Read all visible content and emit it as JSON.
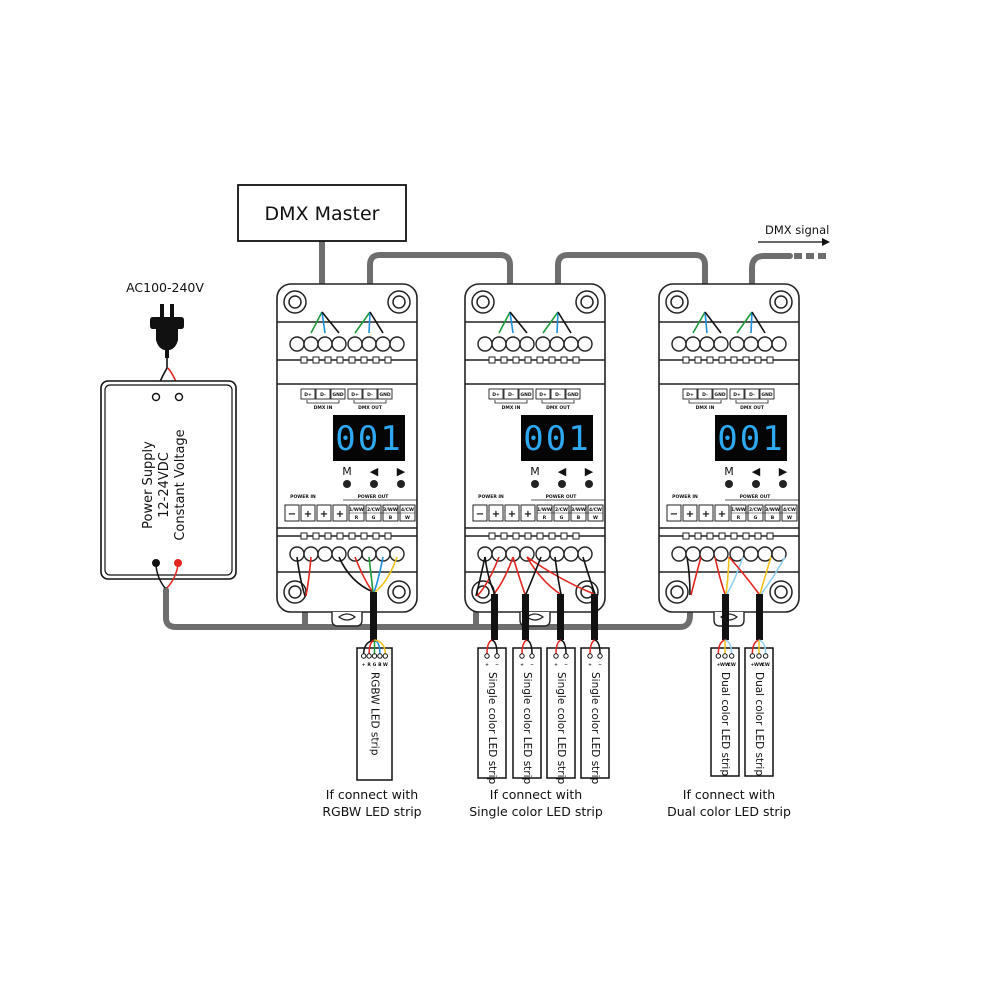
{
  "dmx_master": {
    "label": "DMX Master"
  },
  "dmx_signal": {
    "label": "DMX signal"
  },
  "ac_input": {
    "label": "AC100-240V"
  },
  "power_supply": {
    "lines": [
      "Power Supply",
      "12-24VDC",
      "Constant Voltage"
    ]
  },
  "decoder": {
    "display_value": "001",
    "buttons": [
      "M",
      "◀",
      "▶"
    ],
    "dmx_in_label": "DMX IN",
    "dmx_out_label": "DMX OUT",
    "dmx_terminals": [
      "D+",
      "D-",
      "GND",
      "D+",
      "D-",
      "GND"
    ],
    "power_in_label": "POWER IN",
    "power_out_label": "POWER OUT",
    "power_terminals": [
      "−",
      "+",
      "+",
      "+"
    ],
    "output_channels": [
      {
        "top": "1/WW",
        "bottom": "R"
      },
      {
        "top": "2/CW",
        "bottom": "G"
      },
      {
        "top": "3/WW",
        "bottom": "B"
      },
      {
        "top": "4/CW",
        "bottom": "W"
      }
    ]
  },
  "wire_colors": {
    "cable_gray": "#6e6e6e",
    "red": "#e0261f",
    "green": "#1e9a3c",
    "blue": "#1e8fd8",
    "yellow": "#f2c21a",
    "light_blue": "#8fd0f0",
    "black": "#111111",
    "display_digits": "#2ea8f0"
  },
  "strips": {
    "rgbw": {
      "label": "RGBW LED strip",
      "pins": "+ R G B W"
    },
    "single": {
      "label": "Single color LED strip",
      "pins": [
        "+",
        "−"
      ]
    },
    "dual": {
      "label": "Dual color LED strip",
      "pins": [
        "+",
        "WW",
        "CW"
      ]
    }
  },
  "captions": {
    "rgbw": [
      "If connect with",
      "RGBW LED strip"
    ],
    "single": [
      "If connect with",
      "Single color LED strip"
    ],
    "dual": [
      "If connect with",
      "Dual color LED strip"
    ]
  }
}
